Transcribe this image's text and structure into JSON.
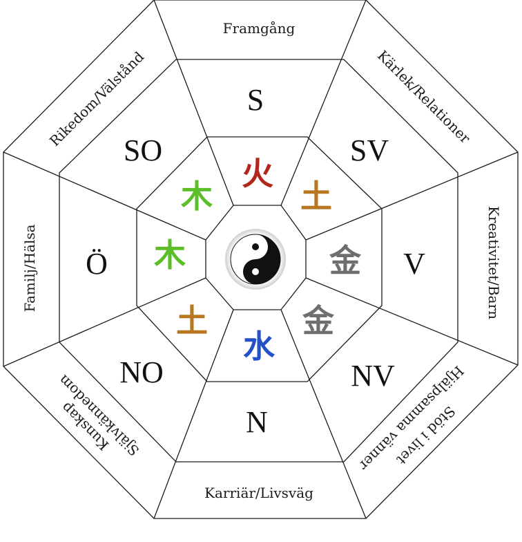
{
  "areas": {
    "top": "Framgång",
    "top_right": "Kärlek/Relationer",
    "right": "Kreativitet/Barn",
    "bottom_right_line1": "Stöd i livet",
    "bottom_right_line2": "Hjälpsamma vänner",
    "bottom": "Karriär/Livsväg",
    "bottom_left_line1": "Kunskap",
    "bottom_left_line2": "Självkännedom",
    "left": "Familj/Hälsa",
    "top_left": "Rikedom/Välstånd"
  },
  "directions": {
    "top": "S",
    "top_right": "SV",
    "right": "V",
    "bottom_right": "NV",
    "bottom": "N",
    "bottom_left": "NO",
    "left": "Ö",
    "top_left": "SO"
  },
  "elements": {
    "top": {
      "char": "火",
      "color": "#b0281c"
    },
    "top_right": {
      "char": "土",
      "color": "#b7761f"
    },
    "right": {
      "char": "金",
      "color": "#6e6e6e"
    },
    "bottom_right": {
      "char": "金",
      "color": "#6e6e6e"
    },
    "bottom": {
      "char": "水",
      "color": "#2450c8"
    },
    "bottom_left": {
      "char": "土",
      "color": "#b7761f"
    },
    "left": {
      "char": "木",
      "color": "#5cbf2a"
    },
    "top_left": {
      "char": "木",
      "color": "#5cbf2a"
    }
  },
  "center_icon": "yin-yang-icon"
}
